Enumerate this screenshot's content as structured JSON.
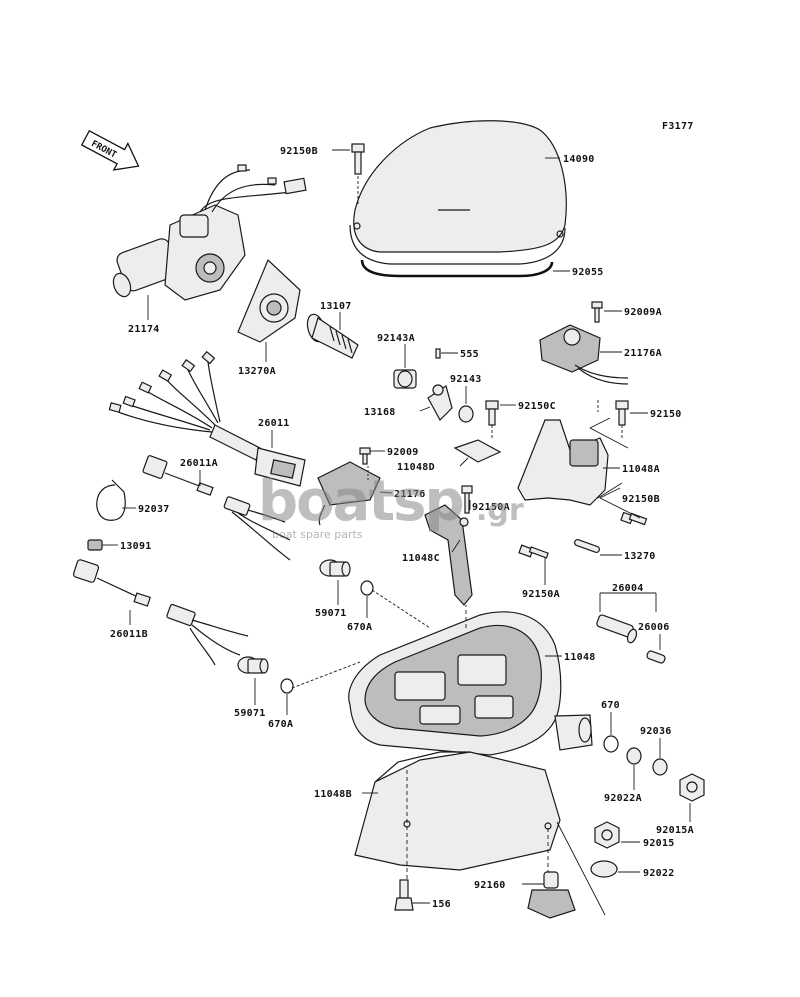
{
  "figure_code": "F3177",
  "front_arrow": "FRONT",
  "watermark": {
    "brand": "boatsp",
    "suffix": ".gr",
    "tagline": "boat spare parts"
  },
  "labels": {
    "p92150B": "92150B",
    "p14090": "14090",
    "p92055": "92055",
    "p21174": "21174",
    "p13107": "13107",
    "p13270A": "13270A",
    "p92009A": "92009A",
    "p21176A": "21176A",
    "p92143A": "92143A",
    "p555": "555",
    "p92143": "92143",
    "p13168": "13168",
    "p92150C": "92150C",
    "p92150": "92150",
    "p26011": "26011",
    "p92009": "92009",
    "p11048D": "11048D",
    "p11048A": "11048A",
    "p26011A": "26011A",
    "p21176": "21176",
    "p92150B_2": "92150B",
    "p92037": "92037",
    "p92150A": "92150A",
    "p13091": "13091",
    "p11048C": "11048C",
    "p13270": "13270",
    "p92150A_2": "92150A",
    "p59071": "59071",
    "p26004": "26004",
    "p670A": "670A",
    "p26006": "26006",
    "p26011B": "26011B",
    "p11048": "11048",
    "p59071_2": "59071",
    "p670A_2": "670A",
    "p670": "670",
    "p92036": "92036",
    "p92022A": "92022A",
    "p11048B": "11048B",
    "p92015A": "92015A",
    "p92015": "92015",
    "p92160": "92160",
    "p92022": "92022",
    "p156": "156"
  }
}
